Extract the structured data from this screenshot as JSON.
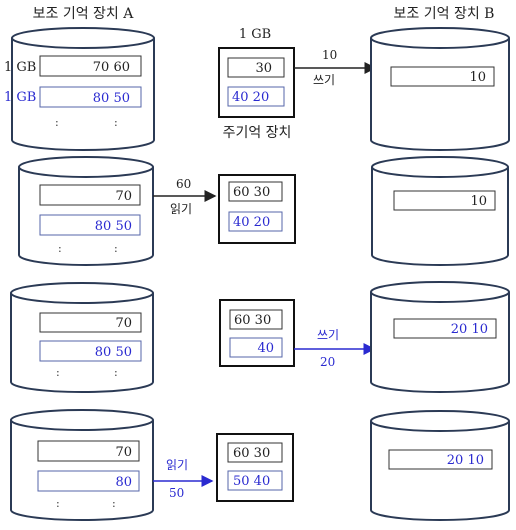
{
  "titles": {
    "storage_a": "보조 기억 장치 A",
    "storage_b": "보조 기억 장치 B",
    "main_memory": "주기억 장치",
    "main_memory_size": "1 GB"
  },
  "row1": {
    "a_label_top": "1 GB",
    "a_label_bottom": "1 GB",
    "a_top": "70 60",
    "a_bottom": "80 50",
    "m_top": "30",
    "m_bottom": "40 20",
    "arrow_num": "10",
    "arrow_word": "쓰기",
    "b_top": "10"
  },
  "row2": {
    "a_top": "70",
    "a_bottom": "80 50",
    "m_top": "60 30",
    "m_bottom": "40 20",
    "arrow_num": "60",
    "arrow_word": "읽기",
    "b_top": "10"
  },
  "row3": {
    "a_top": "70",
    "a_bottom": "80 50",
    "m_top": "60 30",
    "m_bottom": "40",
    "arrow_word": "쓰기",
    "arrow_num": "20",
    "b_top": "20 10"
  },
  "row4": {
    "a_top": "70",
    "a_bottom": "80",
    "m_top": "60 30",
    "m_bottom": "50 40",
    "arrow_word": "읽기",
    "arrow_num": "50",
    "b_top": "20 10"
  },
  "ellipsis": ":",
  "colors": {
    "blue": "#2a2ad0",
    "black": "#222222"
  }
}
